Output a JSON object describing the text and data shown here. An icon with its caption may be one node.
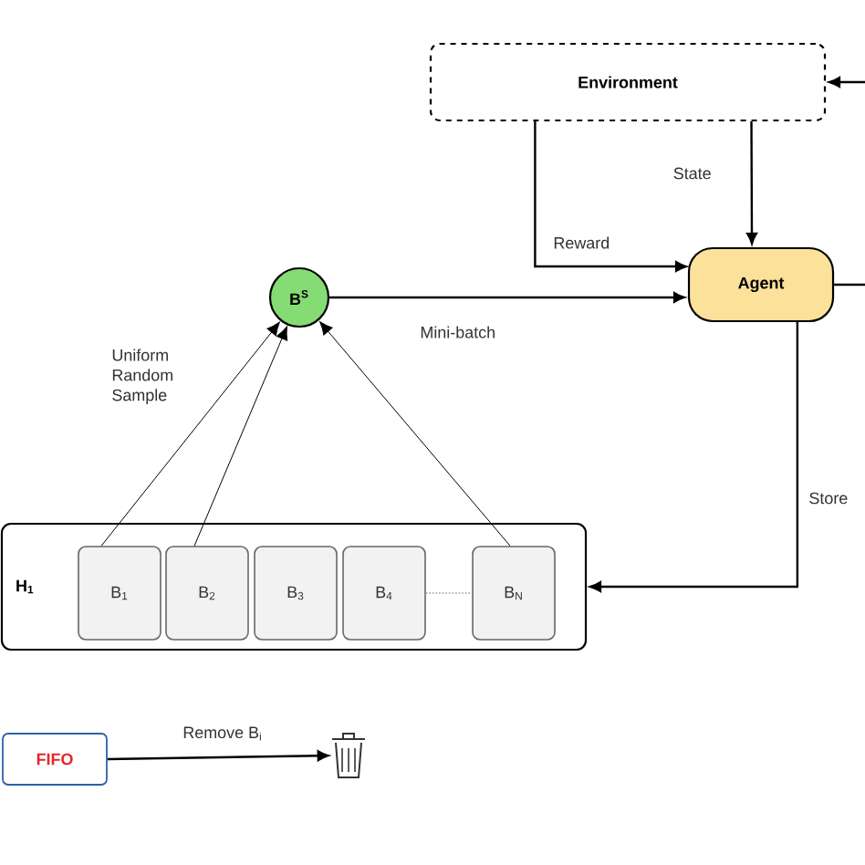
{
  "diagram": {
    "nodes": [
      {
        "text": [
          "Environment"
        ]
      },
      {
        "text": [
          "Agent"
        ]
      },
      {
        "text": [
          "B$^{S}$"
        ]
      },
      {
        "text": [
          "H$_{1}$"
        ]
      },
      {
        "text": [
          "B$_{1}$"
        ],
        "in": 3
      },
      {
        "text": [
          "B$_{2}$"
        ],
        "in": 3
      },
      {
        "text": [
          "B$_{3}$"
        ],
        "in": 3
      },
      {
        "text": [
          "B$_{4}$"
        ],
        "in": 3
      },
      {
        "text": [
          "B$_{N}$"
        ],
        "in": 3
      },
      {
        "text": [
          "FIFO"
        ]
      },
      {
        "text": [],
        "shape": "bin"
      }
    ],
    "edges": [
      {
        "from": 0,
        "to": 1,
        "arrow": "to",
        "label": "State"
      },
      {
        "from": 0,
        "to": 1,
        "arrow": "to",
        "label": "Reward"
      },
      {
        "from": 2,
        "to": 1,
        "arrow": "to",
        "label": "Mini-batch"
      },
      {
        "from": 4,
        "to": 2,
        "arrow": "to"
      },
      {
        "from": 5,
        "to": 2,
        "arrow": "to"
      },
      {
        "from": 8,
        "to": 2,
        "arrow": "to"
      },
      {
        "from": 1,
        "to": 3,
        "arrow": "to",
        "label": "Store"
      },
      {
        "from": 9,
        "to": 10,
        "arrow": "to",
        "label": "Remove B$_{i}$"
      },
      {
        "from": null,
        "to": 0,
        "arrow": "to"
      },
      {
        "from": 1,
        "to": null,
        "arrow": "none"
      },
      {
        "from": 7,
        "to": 8,
        "arrow": "none",
        "style": "dashed",
        "color": "#999999"
      }
    ],
    "labels": [
      "Uniform Random Sample"
    ]
  }
}
